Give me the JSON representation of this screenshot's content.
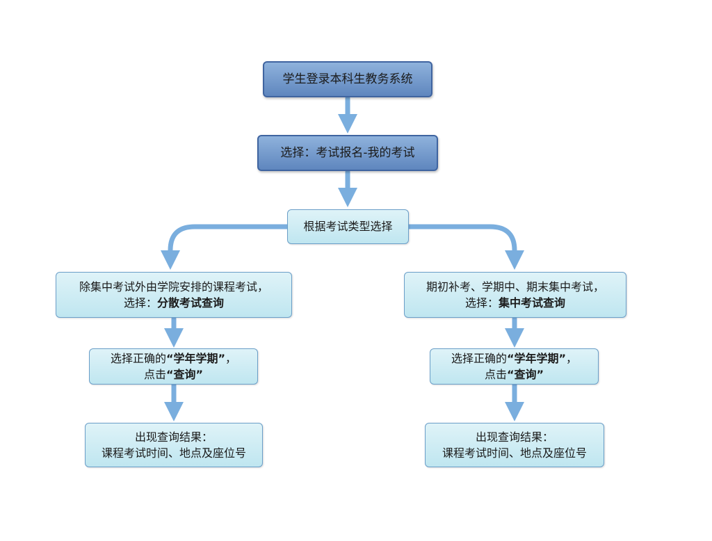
{
  "flow": {
    "step1": "学生登录本科生教务系统",
    "step2": "选择：考试报名-我的考试",
    "step3": "根据考试类型选择",
    "left": {
      "a_line1": "除集中考试外由学院安排的课程考试，",
      "a_prefix": "选择：",
      "a_bold": "分散考试查询",
      "b_prefix": "选择正确的",
      "b_bold": "“学年学期”",
      "b_suffix": "，",
      "b_line2_prefix": "点击",
      "b_line2_bold": "“查询”",
      "c_line1": "出现查询结果：",
      "c_line2": "课程考试时间、地点及座位号"
    },
    "right": {
      "a_line1": "期初补考、学期中、期末集中考试，",
      "a_prefix": "选择：",
      "a_bold": "集中考试查询",
      "b_prefix": "选择正确的",
      "b_bold": "“学年学期”",
      "b_suffix": "，",
      "b_line2_prefix": "点击",
      "b_line2_bold": "“查询”",
      "c_line1": "出现查询结果：",
      "c_line2": "课程考试时间、地点及座位号"
    }
  },
  "colors": {
    "dark_box": "#6f95c8",
    "light_box": "#cdebf3",
    "arrow": "#7aaede"
  }
}
